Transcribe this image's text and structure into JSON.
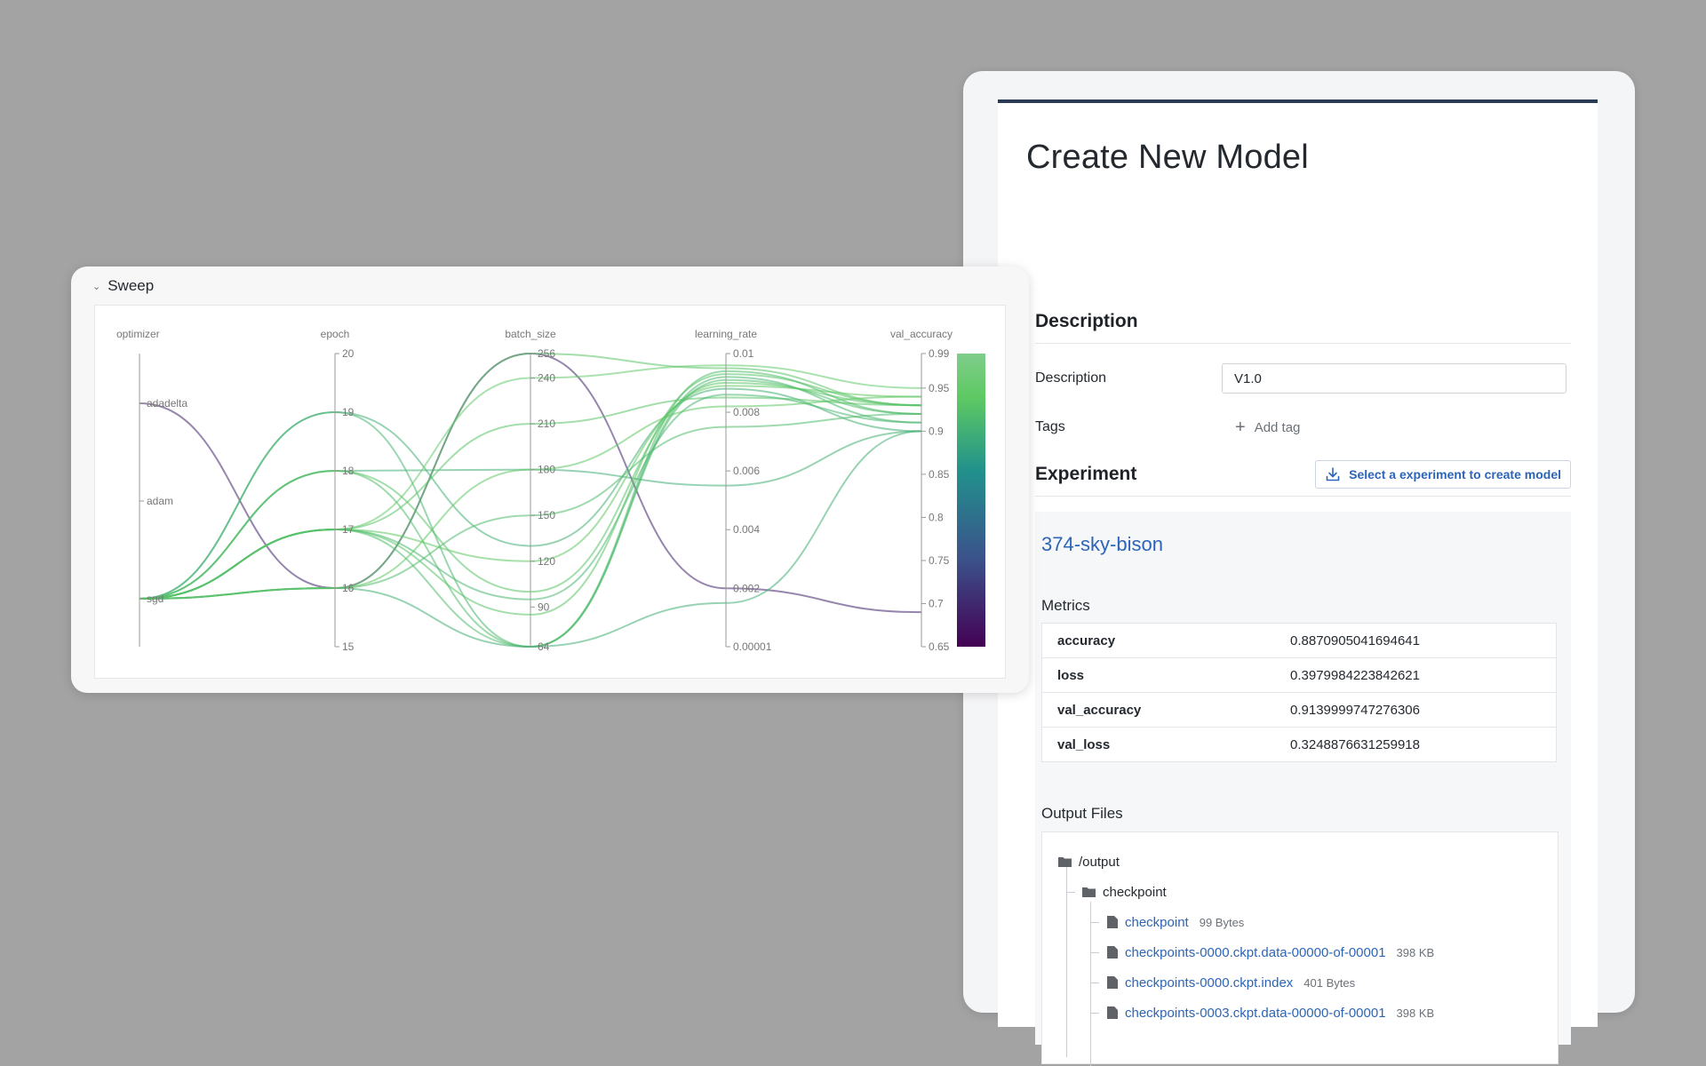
{
  "sweep": {
    "title": "Sweep"
  },
  "chart_data": {
    "type": "parallel_coordinates",
    "axes": [
      {
        "name": "optimizer",
        "kind": "categorical",
        "ticks": [
          "adadelta",
          "adam",
          "sgd"
        ]
      },
      {
        "name": "epoch",
        "kind": "numeric",
        "range": [
          15,
          20
        ],
        "ticks": [
          "20",
          "19",
          "18",
          "17",
          "16",
          "15"
        ]
      },
      {
        "name": "batch_size",
        "kind": "numeric",
        "range": [
          64,
          256
        ],
        "ticks": [
          "256",
          "240",
          "210",
          "180",
          "150",
          "120",
          "90",
          "64"
        ]
      },
      {
        "name": "learning_rate",
        "kind": "numeric",
        "range": [
          1e-05,
          0.01
        ],
        "ticks": [
          "0.01",
          "0.008",
          "0.006",
          "0.004",
          "0.002",
          "0.00001"
        ]
      },
      {
        "name": "val_accuracy",
        "kind": "numeric",
        "range": [
          0.65,
          0.99
        ],
        "ticks": [
          "0.99",
          "0.95",
          "0.9",
          "0.85",
          "0.8",
          "0.75",
          "0.7",
          "0.65"
        ]
      }
    ],
    "color_by": "val_accuracy",
    "colorscale": [
      "#440154",
      "#3b528b",
      "#21918c",
      "#5ec962",
      "#7fcd8b"
    ],
    "runs": [
      {
        "optimizer": "adadelta",
        "epoch": 16,
        "batch_size": 256,
        "learning_rate": 0.002,
        "val_accuracy": 0.69
      },
      {
        "optimizer": "sgd",
        "epoch": 16,
        "batch_size": 256,
        "learning_rate": 0.0095,
        "val_accuracy": 0.93
      },
      {
        "optimizer": "sgd",
        "epoch": 19,
        "batch_size": 64,
        "learning_rate": 0.0092,
        "val_accuracy": 0.91
      },
      {
        "optimizer": "sgd",
        "epoch": 19,
        "batch_size": 130,
        "learning_rate": 0.0088,
        "val_accuracy": 0.9
      },
      {
        "optimizer": "sgd",
        "epoch": 18,
        "batch_size": 180,
        "learning_rate": 0.0055,
        "val_accuracy": 0.9
      },
      {
        "optimizer": "sgd",
        "epoch": 18,
        "batch_size": 64,
        "learning_rate": 0.0094,
        "val_accuracy": 0.92
      },
      {
        "optimizer": "sgd",
        "epoch": 18,
        "batch_size": 100,
        "learning_rate": 0.009,
        "val_accuracy": 0.93
      },
      {
        "optimizer": "sgd",
        "epoch": 17,
        "batch_size": 240,
        "learning_rate": 0.0096,
        "val_accuracy": 0.95
      },
      {
        "optimizer": "sgd",
        "epoch": 17,
        "batch_size": 210,
        "learning_rate": 0.0085,
        "val_accuracy": 0.93
      },
      {
        "optimizer": "sgd",
        "epoch": 17,
        "batch_size": 64,
        "learning_rate": 0.0091,
        "val_accuracy": 0.92
      },
      {
        "optimizer": "sgd",
        "epoch": 17,
        "batch_size": 120,
        "learning_rate": 0.0089,
        "val_accuracy": 0.94
      },
      {
        "optimizer": "sgd",
        "epoch": 17,
        "batch_size": 95,
        "learning_rate": 0.0086,
        "val_accuracy": 0.91
      },
      {
        "optimizer": "sgd",
        "epoch": 17,
        "batch_size": 85,
        "learning_rate": 0.0093,
        "val_accuracy": 0.93
      },
      {
        "optimizer": "sgd",
        "epoch": 16,
        "batch_size": 150,
        "learning_rate": 0.0075,
        "val_accuracy": 0.92
      },
      {
        "optimizer": "sgd",
        "epoch": 16,
        "batch_size": 64,
        "learning_rate": 0.0015,
        "val_accuracy": 0.9
      },
      {
        "optimizer": "sgd",
        "epoch": 16,
        "batch_size": 180,
        "learning_rate": 0.0082,
        "val_accuracy": 0.94
      }
    ]
  },
  "model": {
    "title": "Create New Model",
    "description_section": "Description",
    "description_label": "Description",
    "description_value": "V1.0",
    "tags_label": "Tags",
    "add_tag_label": "Add tag",
    "experiment_section": "Experiment",
    "select_experiment_label": "Select a experiment to create model",
    "experiment_name": "374-sky-bison",
    "metrics_heading": "Metrics",
    "metrics": [
      {
        "key": "accuracy",
        "value": "0.8870905041694641"
      },
      {
        "key": "loss",
        "value": "0.3979984223842621"
      },
      {
        "key": "val_accuracy",
        "value": "0.9139999747276306"
      },
      {
        "key": "val_loss",
        "value": "0.3248876631259918"
      }
    ],
    "output_files_heading": "Output Files",
    "files": {
      "root": "/output",
      "folder": "checkpoint",
      "items": [
        {
          "name": "checkpoint",
          "size": "99 Bytes"
        },
        {
          "name": "checkpoints-0000.ckpt.data-00000-of-00001",
          "size": "398 KB"
        },
        {
          "name": "checkpoints-0000.ckpt.index",
          "size": "401 Bytes"
        },
        {
          "name": "checkpoints-0003.ckpt.data-00000-of-00001",
          "size": "398 KB"
        }
      ]
    }
  }
}
